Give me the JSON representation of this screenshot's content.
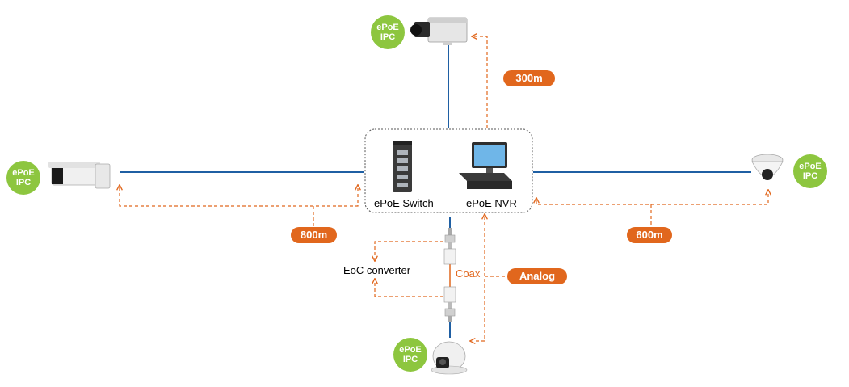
{
  "devices": {
    "badge_line1": "ePoE",
    "badge_line2": "IPC",
    "switch_label": "ePoE Switch",
    "nvr_label": "ePoE NVR",
    "converter_label": "EoC converter"
  },
  "distances": {
    "top": "300m",
    "left": "800m",
    "right": "600m"
  },
  "links": {
    "coax_label": "Coax",
    "analog_label": "Analog"
  },
  "colors": {
    "cable_blue": "#1f5fa3",
    "distance_orange": "#e1671d",
    "badge_green": "#8dc63f"
  }
}
